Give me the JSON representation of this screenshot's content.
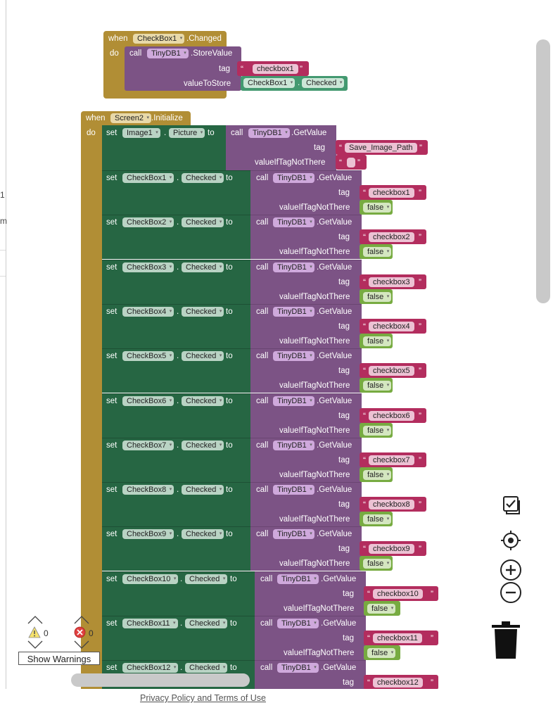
{
  "event1": {
    "when": "when",
    "component": "CheckBox1",
    "event": ".Changed",
    "do": "do",
    "call": "call",
    "db": "TinyDB1",
    "method": ".StoreValue",
    "tag_label": "tag",
    "tag_value": "checkbox1",
    "value_label": "valueToStore",
    "value_component": "CheckBox1",
    "dot": ".",
    "value_property": "Checked"
  },
  "event2": {
    "when": "when",
    "component": "Screen2",
    "event": ".Initialize",
    "do": "do"
  },
  "image_set": {
    "set": "set",
    "component": "Image1",
    "dot": ".",
    "property": "Picture",
    "to": "to",
    "call": "call",
    "db": "TinyDB1",
    "method": ".GetValue",
    "tag_label": "tag",
    "tag_value": "Save_Image_Path",
    "default_label": "valueIfTagNotThere",
    "default_value": ""
  },
  "common": {
    "set": "set",
    "dot": ".",
    "property": "Checked",
    "to": "to",
    "call": "call",
    "db": "TinyDB1",
    "method": ".GetValue",
    "tag_label": "tag",
    "default_label": "valueIfTagNotThere",
    "default_value": "false"
  },
  "checkbox_sets": [
    {
      "component": "CheckBox1",
      "tag": "checkbox1"
    },
    {
      "component": "CheckBox2",
      "tag": "checkbox2"
    },
    {
      "component": "CheckBox3",
      "tag": "checkbox3"
    },
    {
      "component": "CheckBox4",
      "tag": "checkbox4"
    },
    {
      "component": "CheckBox5",
      "tag": "checkbox5"
    },
    {
      "component": "CheckBox6",
      "tag": "checkbox6"
    },
    {
      "component": "CheckBox7",
      "tag": "checkbox7"
    },
    {
      "component": "CheckBox8",
      "tag": "checkbox8"
    },
    {
      "component": "CheckBox9",
      "tag": "checkbox9"
    },
    {
      "component": "CheckBox10",
      "tag": "checkbox10"
    },
    {
      "component": "CheckBox11",
      "tag": "checkbox11"
    },
    {
      "component": "CheckBox12",
      "tag": "checkbox12"
    }
  ],
  "warnings": {
    "warning_count": "0",
    "error_count": "0",
    "button": "Show Warnings"
  },
  "footer": {
    "privacy": "Privacy Policy and Terms of Use"
  },
  "left_fragments": [
    "1",
    "m"
  ],
  "colors": {
    "event": "#b18e35",
    "set": "#266643",
    "call": "#7c5385",
    "text": "#b32d5e",
    "logic": "#77ab41",
    "getter": "#439970",
    "field": "#cfa9dc"
  },
  "icons": [
    "cleanup-icon",
    "recenter-icon",
    "zoom-in-icon",
    "zoom-out-icon",
    "trash-icon",
    "warning-icon",
    "error-icon",
    "chevron-up-icon",
    "chevron-down-icon"
  ]
}
